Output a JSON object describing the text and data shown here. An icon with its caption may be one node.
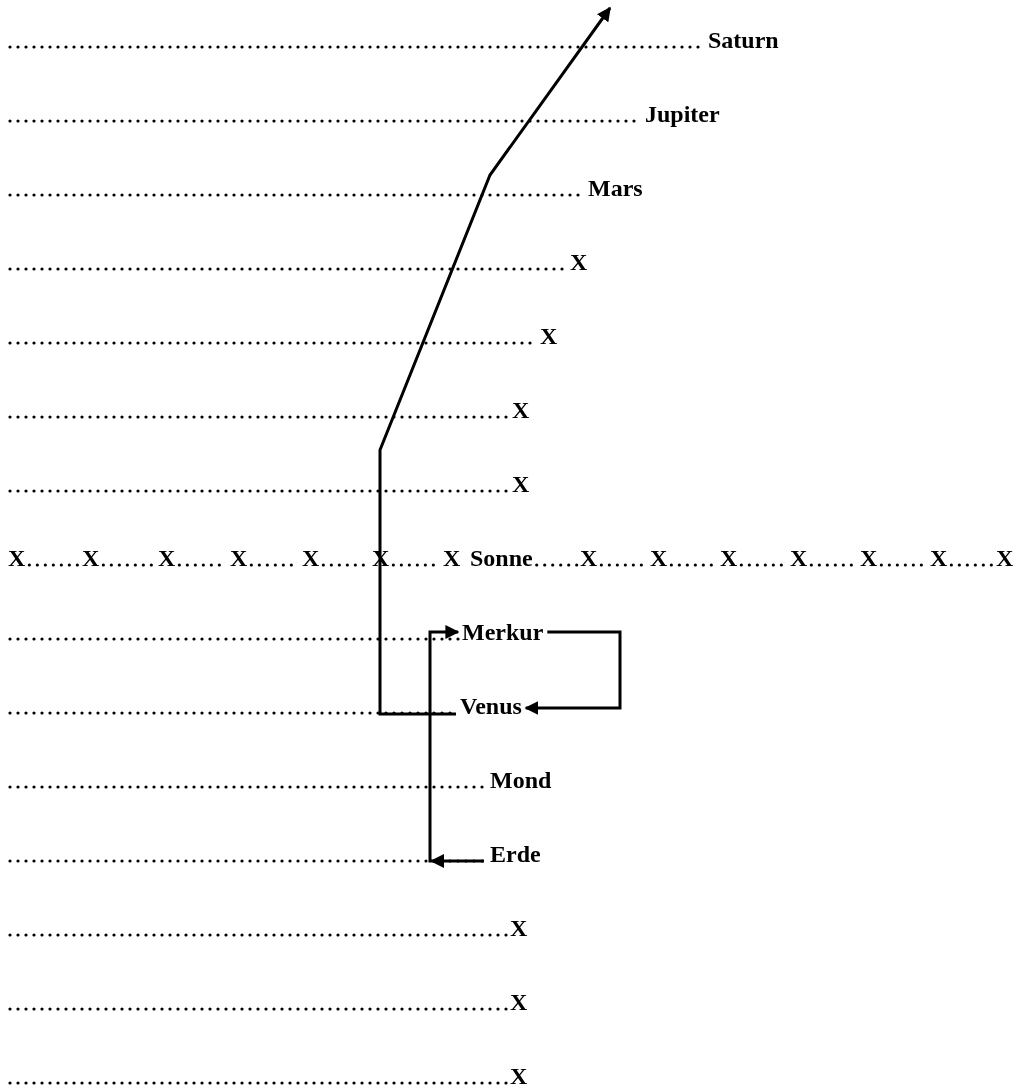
{
  "diagram": {
    "nodes": [
      {
        "text": [
          "Merkur"
        ]
      },
      {
        "text": [
          "Venus"
        ]
      },
      {
        "text": [
          "Erde"
        ]
      }
    ],
    "edges": [
      {
        "from": 2,
        "to": 0,
        "arrow": "to"
      },
      {
        "from": 0,
        "to": 1,
        "arrow": "to"
      },
      {
        "from": 1,
        "to": null,
        "arrow": "to"
      }
    ],
    "labels": [
      "Saturn",
      "Jupiter",
      "Mars",
      "X",
      "X",
      "X",
      "X",
      "X",
      "X",
      "X",
      "X",
      "X",
      "X",
      "X",
      "Sonne",
      "X",
      "X",
      "X",
      "X",
      "X",
      "X",
      "X",
      "Mond",
      "X",
      "X",
      "X"
    ]
  }
}
